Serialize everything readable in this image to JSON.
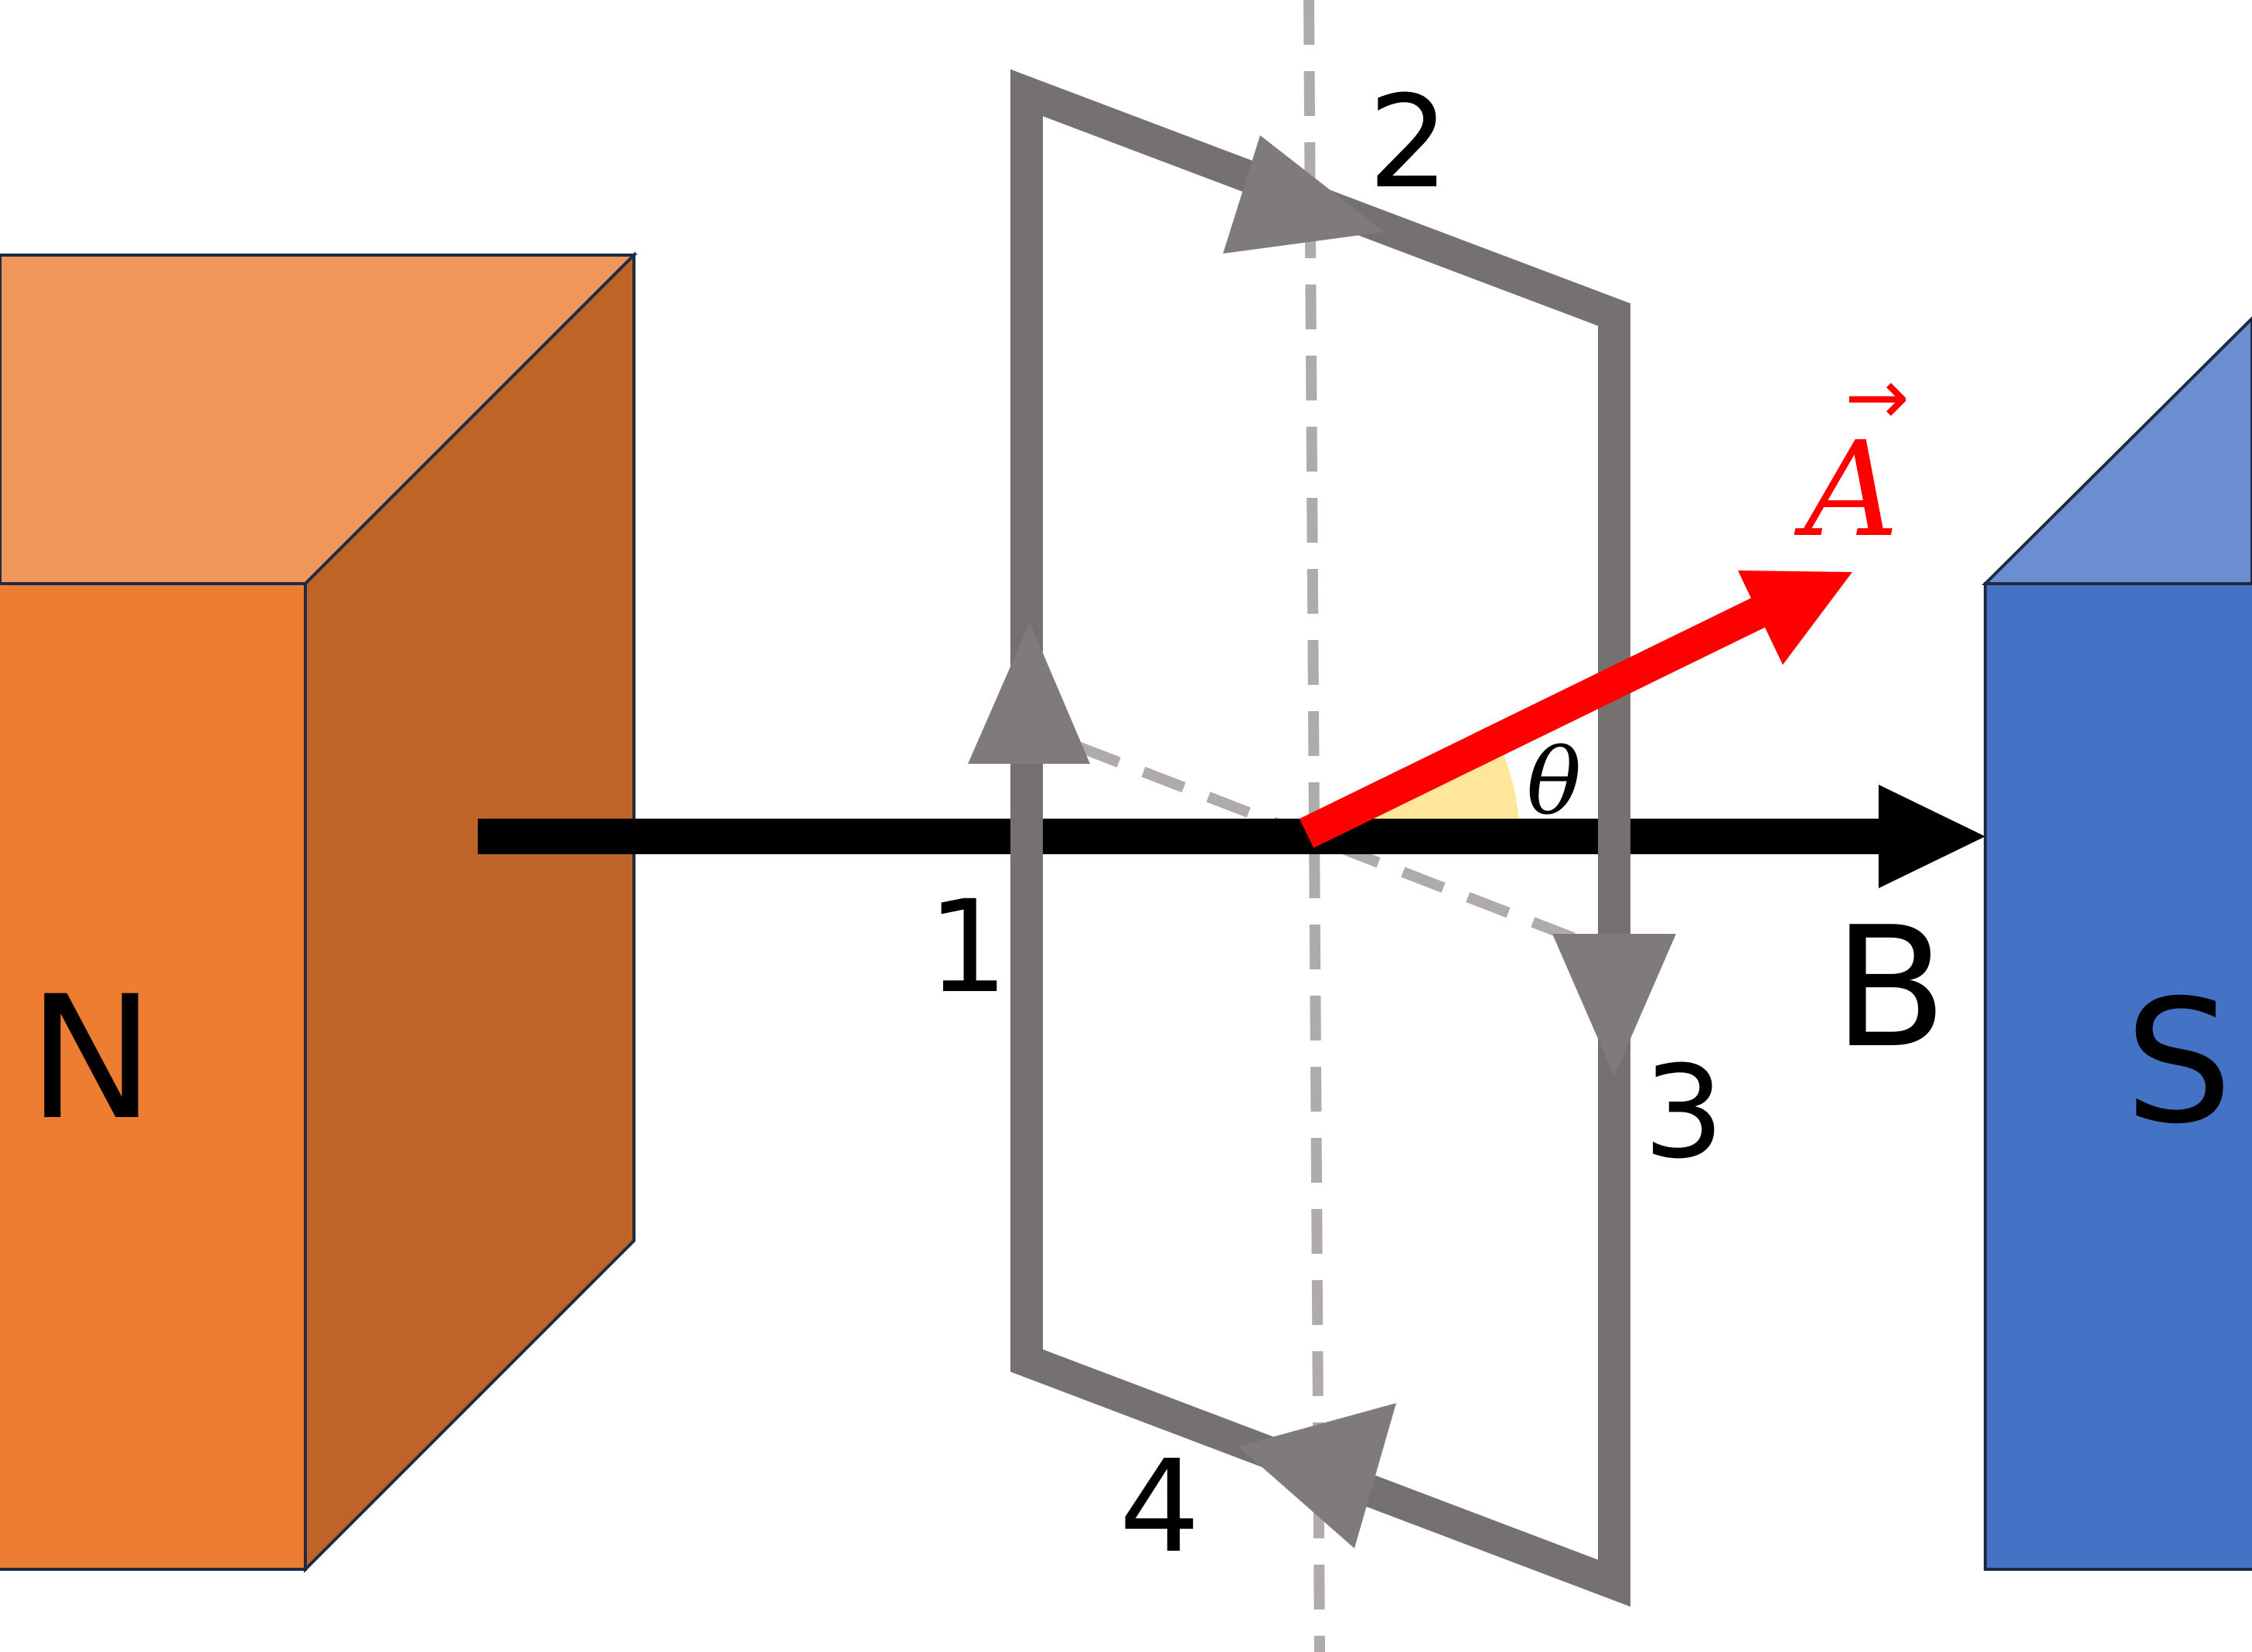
{
  "colors": {
    "north_front": "#ED7D31",
    "north_top": "#F0985B",
    "north_side": "#BE6426",
    "south_front": "#4472C4",
    "south_top": "#6A8ECF",
    "magnet_outline": "#1F2A44",
    "loop": "#767171",
    "loop_arrow": "#7F7B7B",
    "axis_dashed": "#AFABAB",
    "field_arrow": "#000000",
    "area_vector": "#FF0000",
    "angle_fill": "#FFE699"
  },
  "magnets": {
    "north_label": "N",
    "south_label": "S"
  },
  "field": {
    "label": "B"
  },
  "area_vector": {
    "letter": "A",
    "arrow_mark": "→"
  },
  "angle": {
    "symbol": "θ"
  },
  "loop_sides": {
    "side_1": "1",
    "side_2": "2",
    "side_3": "3",
    "side_4": "4"
  },
  "icons": {
    "vector_arrow": "right-arrow-icon"
  }
}
